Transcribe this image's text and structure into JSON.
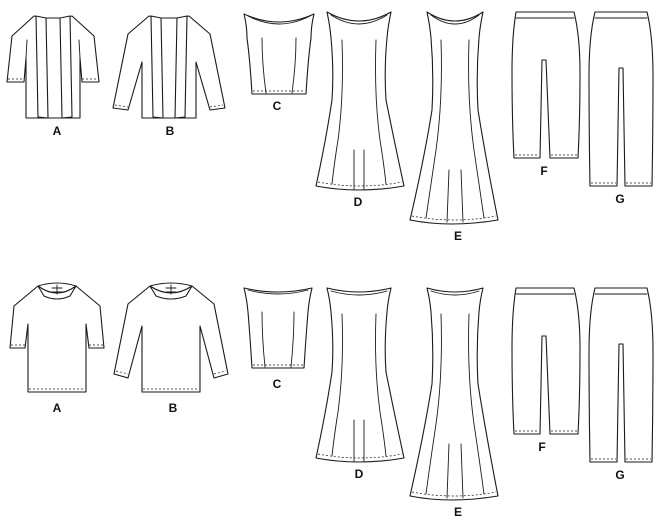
{
  "front_view": {
    "labels": [
      "A",
      "B",
      "C",
      "D",
      "E",
      "F",
      "G"
    ]
  },
  "back_view": {
    "labels": [
      "A",
      "B",
      "C",
      "D",
      "E",
      "F",
      "G"
    ]
  }
}
